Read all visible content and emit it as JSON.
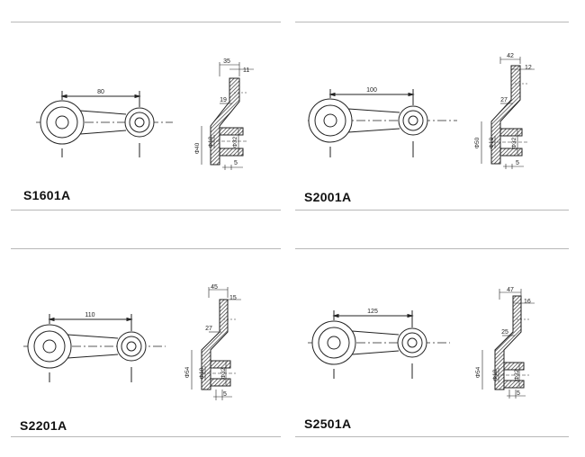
{
  "panels": [
    {
      "model": "S1601A",
      "center_distance": "80",
      "width_total": "35",
      "flange": "11",
      "offset": "19",
      "bore": "Φ18",
      "outer": "Φ40",
      "boss": "Φ32",
      "base": "5"
    },
    {
      "model": "S2001A",
      "center_distance": "100",
      "width_total": "42",
      "flange": "12",
      "offset": "27",
      "bore": "Φ18",
      "outer": "Φ50",
      "boss": "Φ32",
      "base": "5"
    },
    {
      "model": "S2201A",
      "center_distance": "110",
      "width_total": "45",
      "flange": "15",
      "offset": "27",
      "bore": "Φ18",
      "outer": "Φ54",
      "boss": "Φ32",
      "base": "5"
    },
    {
      "model": "S2501A",
      "center_distance": "125",
      "width_total": "47",
      "flange": "16",
      "offset": "25",
      "bore": "Φ18",
      "outer": "Φ54",
      "boss": "Φ32",
      "base": "5"
    }
  ],
  "colors": {
    "line": "#222222",
    "hatch": "#555555",
    "border": "#b8b8b8"
  }
}
